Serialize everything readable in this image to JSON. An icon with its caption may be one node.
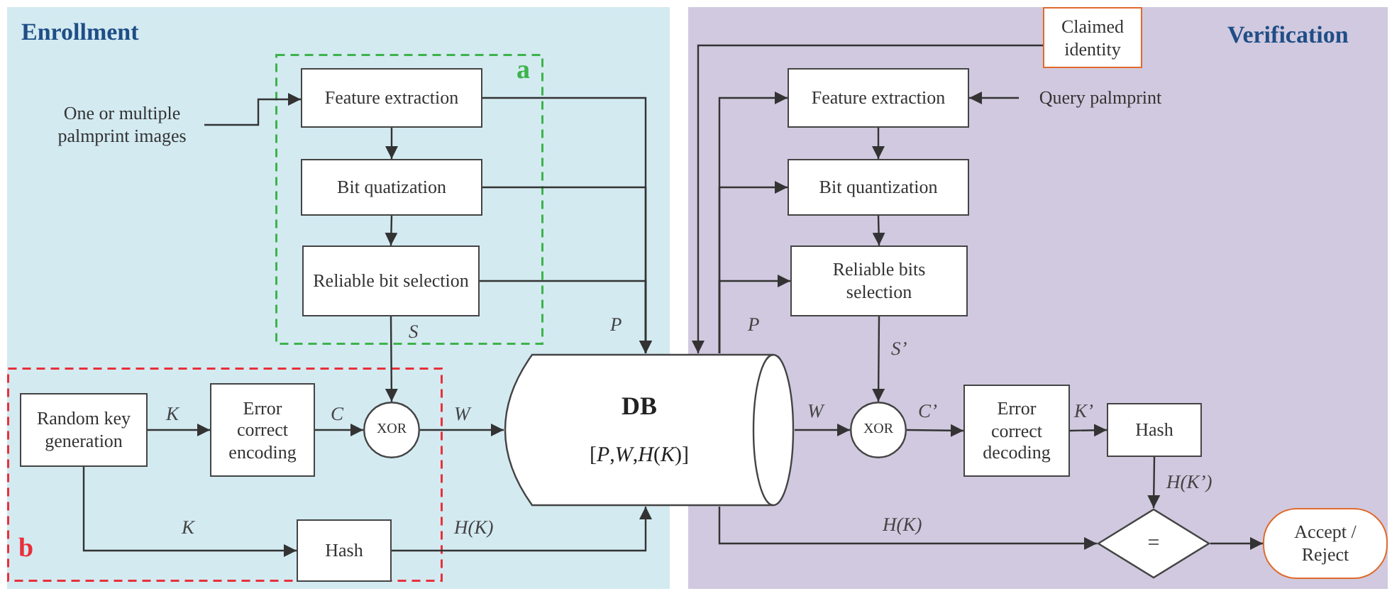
{
  "diagram": {
    "nodes": [
      {
        "text": [
          "Enrollment"
        ]
      },
      {
        "text": [
          "Verification"
        ]
      },
      {
        "text": [
          "a"
        ],
        "in": 0
      },
      {
        "text": [
          "Feature extraction"
        ],
        "in": 2
      },
      {
        "text": [
          "Bit quatization"
        ],
        "in": 2
      },
      {
        "text": [
          "Reliable bit selection"
        ],
        "in": 2
      },
      {
        "text": [
          "b"
        ],
        "in": 0
      },
      {
        "text": [
          "Random key generation"
        ],
        "in": 6
      },
      {
        "text": [
          "Error correct encoding"
        ],
        "in": 6
      },
      {
        "text": [
          "XOR"
        ],
        "in": 6
      },
      {
        "text": [
          "Hash"
        ],
        "in": 6
      },
      {
        "text": [
          "One or multiple palmprint images"
        ],
        "in": 0
      },
      {
        "text": [
          "DB",
          "[*P*,*W*,*H*(*K*)]"
        ]
      },
      {
        "text": [
          "Claimed identity"
        ],
        "in": 1
      },
      {
        "text": [
          "Feature extraction"
        ],
        "in": 1
      },
      {
        "text": [
          "Query palmprint"
        ],
        "in": 1
      },
      {
        "text": [
          "Bit quantization"
        ],
        "in": 1
      },
      {
        "text": [
          "Reliable bits selection"
        ],
        "in": 1
      },
      {
        "text": [
          "XOR"
        ],
        "in": 1
      },
      {
        "text": [
          "Error correct decoding"
        ],
        "in": 1
      },
      {
        "text": [
          "Hash"
        ],
        "in": 1
      },
      {
        "text": [
          "="
        ],
        "in": 1
      },
      {
        "text": [
          "Accept / Reject"
        ],
        "in": 1
      }
    ],
    "edges": [
      {
        "from": 11,
        "to": 3,
        "arrow": "to"
      },
      {
        "from": 3,
        "to": 4,
        "arrow": "to"
      },
      {
        "from": 4,
        "to": 5,
        "arrow": "to"
      },
      {
        "from": 5,
        "to": 9,
        "arrow": "to",
        "label": "S"
      },
      {
        "from": 3,
        "to": 12,
        "arrow": "to"
      },
      {
        "from": 4,
        "to": 12,
        "arrow": "to"
      },
      {
        "from": 5,
        "to": 12,
        "arrow": "to",
        "label": "P"
      },
      {
        "from": 7,
        "to": 8,
        "arrow": "to",
        "label": "K"
      },
      {
        "from": 8,
        "to": 9,
        "arrow": "to",
        "label": "C"
      },
      {
        "from": 9,
        "to": 12,
        "arrow": "to",
        "label": "W"
      },
      {
        "from": 7,
        "to": 10,
        "arrow": "to",
        "label": "K"
      },
      {
        "from": 10,
        "to": 12,
        "arrow": "to",
        "label": "H(K)"
      },
      {
        "from": 13,
        "to": 12,
        "arrow": "to"
      },
      {
        "from": 12,
        "to": 14,
        "arrow": "to"
      },
      {
        "from": 12,
        "to": 16,
        "arrow": "to"
      },
      {
        "from": 12,
        "to": 17,
        "arrow": "to",
        "label": "P"
      },
      {
        "from": 15,
        "to": 14,
        "arrow": "to"
      },
      {
        "from": 14,
        "to": 16,
        "arrow": "to"
      },
      {
        "from": 16,
        "to": 17,
        "arrow": "to"
      },
      {
        "from": 17,
        "to": 18,
        "arrow": "to",
        "label": "S’"
      },
      {
        "from": 12,
        "to": 18,
        "arrow": "to",
        "label": "W"
      },
      {
        "from": 18,
        "to": 19,
        "arrow": "to",
        "label": "C’"
      },
      {
        "from": 19,
        "to": 20,
        "arrow": "to",
        "label": "K’"
      },
      {
        "from": 20,
        "to": 21,
        "arrow": "to",
        "label": "H(K’)"
      },
      {
        "from": 12,
        "to": 21,
        "arrow": "to",
        "label": "H(K)"
      },
      {
        "from": 21,
        "to": 22,
        "arrow": "to"
      }
    ]
  }
}
